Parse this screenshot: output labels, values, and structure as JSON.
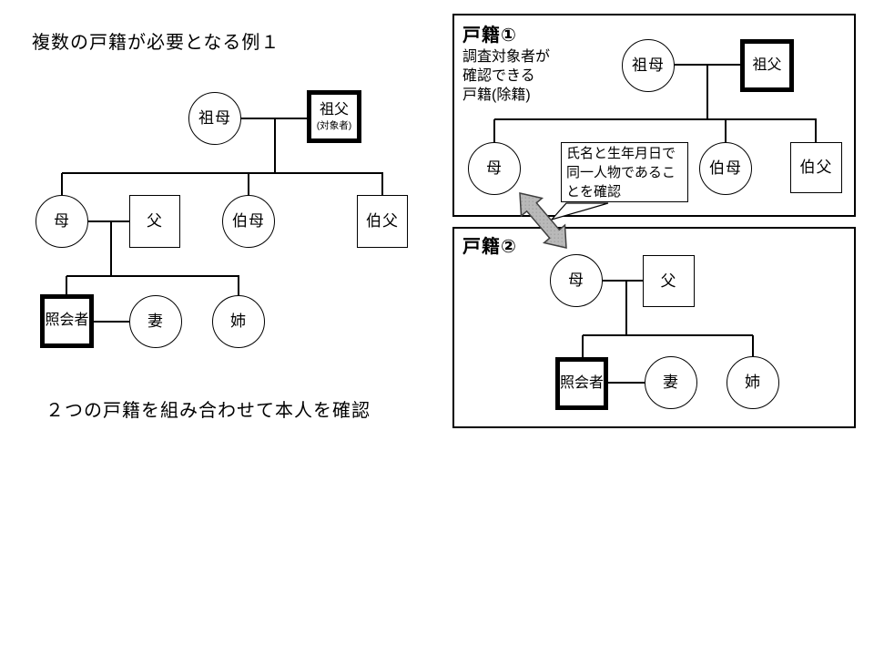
{
  "slide": {
    "title": "複数の戸籍が必要となる例１",
    "footer_note": "２つの戸籍を組み合わせて本人を確認"
  },
  "colors": {
    "line": "#000000",
    "text": "#000000",
    "background": "#ffffff",
    "arrow_fill": "#b9b9b9",
    "arrow_dot": "#9b9b9b",
    "arrow_stroke": "#3f3f3f"
  },
  "combined_tree": {
    "nodes": {
      "grandmother": "祖母",
      "grandfather": "祖父",
      "grandfather_note": "(対象者)",
      "mother": "母",
      "father": "父",
      "aunt": "伯母",
      "uncle": "伯父",
      "inquirer": "照会者",
      "wife": "妻",
      "sister": "姉"
    }
  },
  "register1": {
    "title": "戸籍①",
    "desc_lines": [
      "調査対象者が",
      "確認できる",
      "戸籍(除籍)"
    ],
    "callout_lines": [
      "氏名と生年月日で",
      "同一人物であるこ",
      "とを確認"
    ],
    "nodes": {
      "grandmother": "祖母",
      "grandfather": "祖父",
      "mother": "母",
      "aunt": "伯母",
      "uncle": "伯父"
    }
  },
  "register2": {
    "title": "戸籍②",
    "nodes": {
      "mother": "母",
      "father": "父",
      "inquirer": "照会者",
      "wife": "妻",
      "sister": "姉"
    }
  }
}
